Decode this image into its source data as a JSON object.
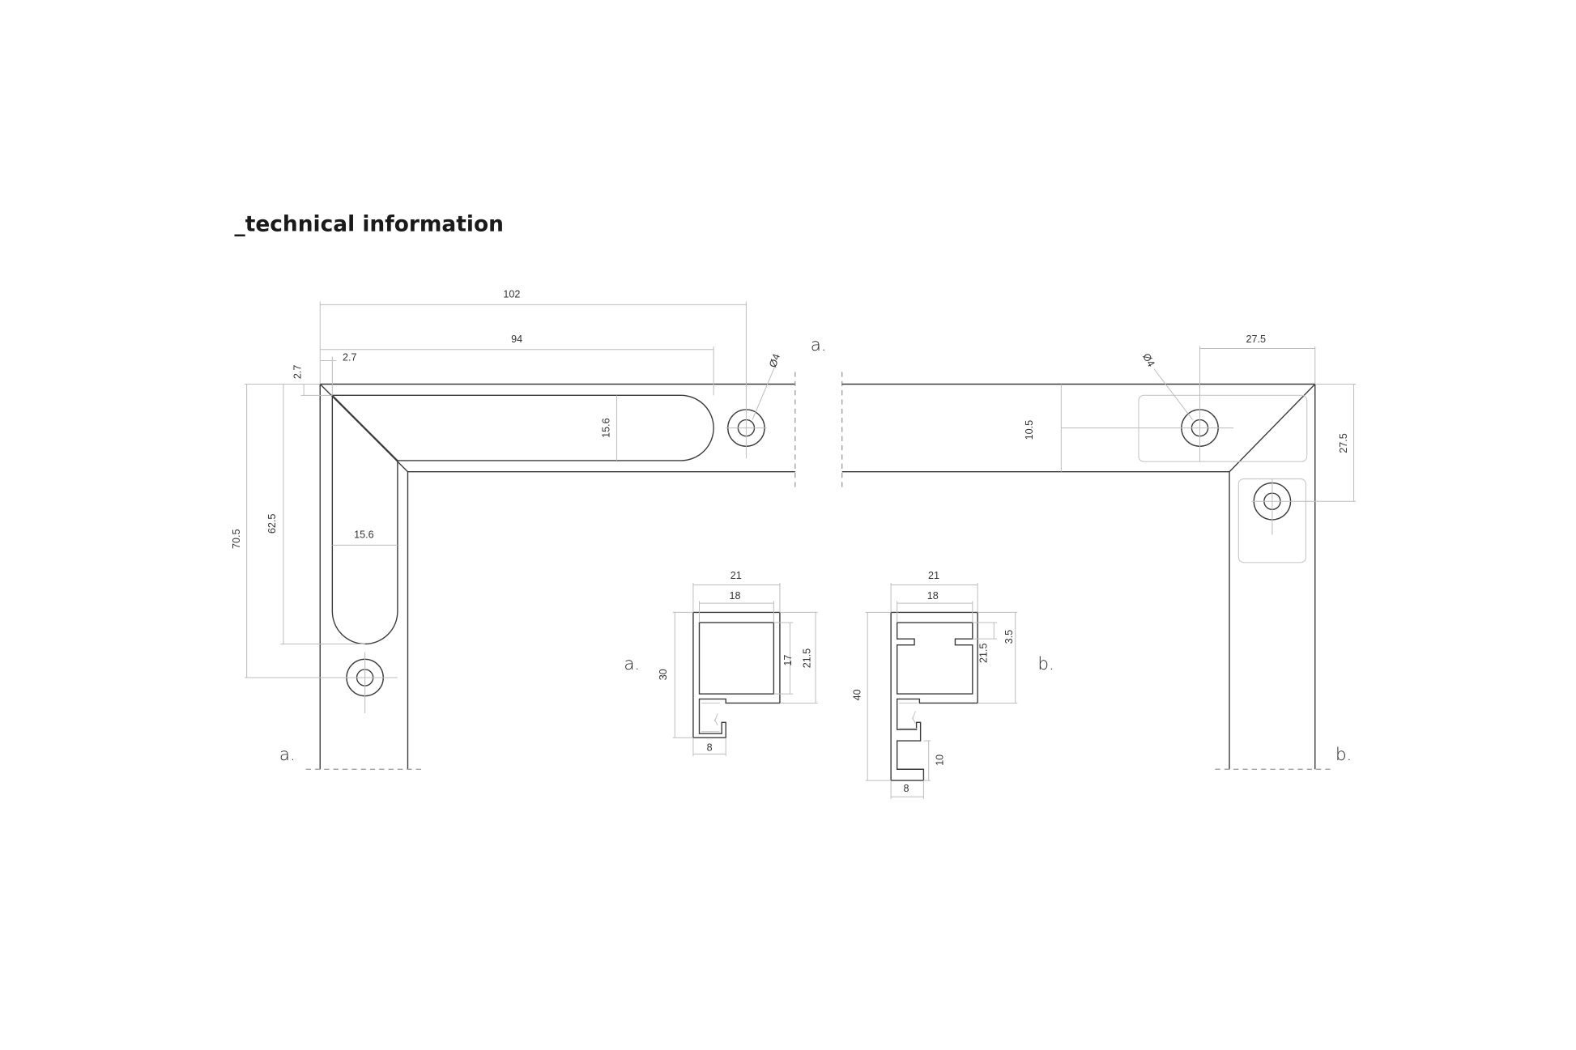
{
  "title": "_technical information",
  "corner_a": {
    "label_top": "a.",
    "label_bottom": "a.",
    "dims": {
      "overall_length": "102",
      "slot_length": "94",
      "offset_h": "2.7",
      "offset_v": "2.7",
      "overall_height": "70.5",
      "slot_height": "62.5",
      "slot_width_v": "15.6",
      "slot_width_h": "15.6",
      "hole": "Ø4"
    }
  },
  "corner_b": {
    "label_side": "b.",
    "label_bottom": "b.",
    "dims": {
      "hole_offset_h": "27.5",
      "hole_offset_v": "27.5",
      "hole_center": "10.5",
      "hole": "Ø4"
    }
  },
  "profile_a": {
    "label": "a.",
    "dims": {
      "outer_width": "21",
      "inner_width": "18",
      "height": "30",
      "inner_height": "17",
      "chamber_height": "21.5",
      "lip_width": "8"
    }
  },
  "profile_b": {
    "label": "b.",
    "dims": {
      "outer_width": "21",
      "inner_width": "18",
      "height": "40",
      "notch": "3.5",
      "chamber_height": "21.5",
      "channel": "10",
      "lip_width": "8"
    }
  }
}
